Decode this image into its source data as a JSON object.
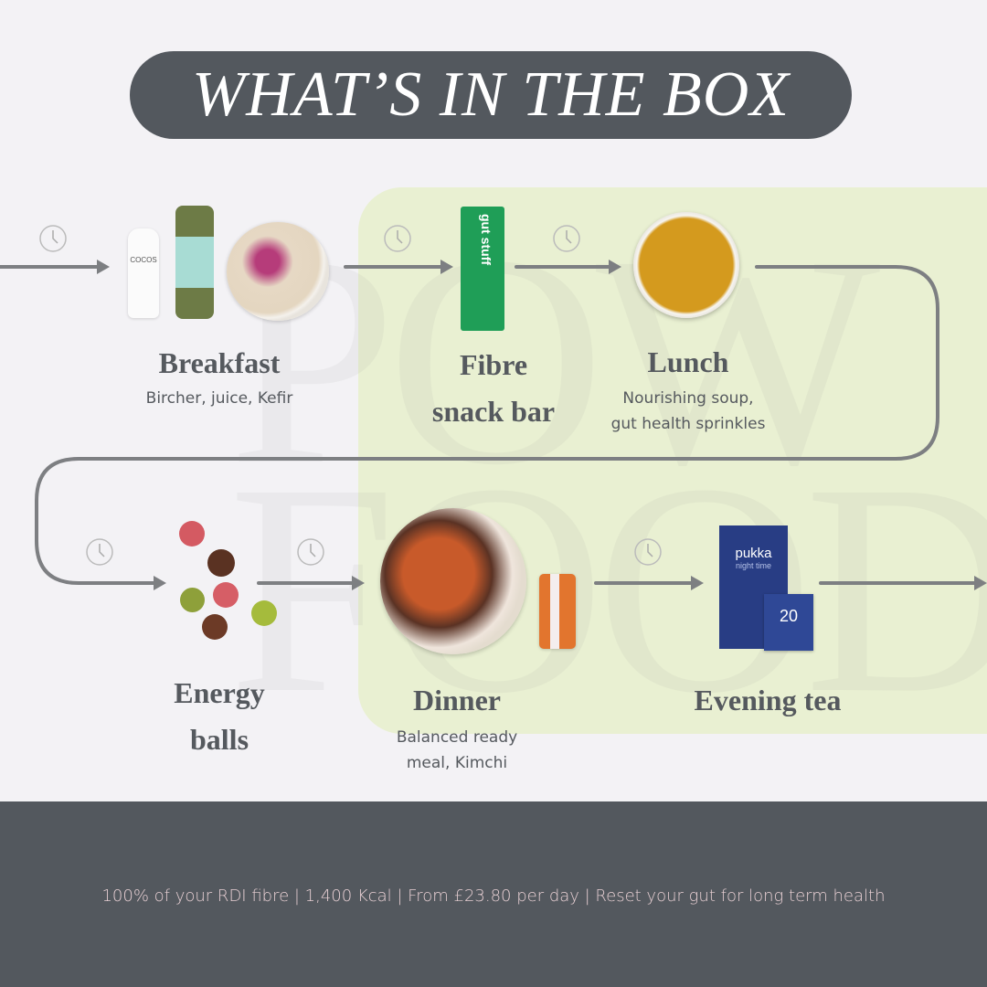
{
  "header": {
    "title": "WHAT’S IN THE BOX"
  },
  "watermark": {
    "line1": "POW",
    "line2": "FOOD"
  },
  "steps": [
    {
      "title": "Breakfast",
      "subtitle": "Bircher, juice, Kefir",
      "items": [
        "cocos-organic-kefir-bottle",
        "green-juice-bottle",
        "bircher-bowl"
      ]
    },
    {
      "title_line1": "Fibre",
      "title_line2": "snack bar",
      "items": [
        "gut-stuff-bar"
      ]
    },
    {
      "title": "Lunch",
      "subtitle_line1": "Nourishing soup,",
      "subtitle_line2": "gut health sprinkles",
      "items": [
        "soup-bowl"
      ]
    },
    {
      "title_line1": "Energy",
      "title_line2": "balls",
      "items": [
        "energy-balls"
      ]
    },
    {
      "title": "Dinner",
      "subtitle_line1": "Balanced ready",
      "subtitle_line2": "meal, Kimchi",
      "items": [
        "dinner-plate",
        "kimchi-jar"
      ]
    },
    {
      "title": "Evening tea",
      "items": [
        "pukka-night-time-tea"
      ]
    }
  ],
  "products": {
    "kefir_label": "COCOS",
    "bar_label": "gut stuff",
    "tea_brand": "pukka",
    "tea_name": "night time",
    "tea_count": "20"
  },
  "footer": {
    "text": "100% of your RDI fibre | 1,400 Kcal | From £23.80 per day | Reset your gut for long term health"
  },
  "colors": {
    "background": "#f3f2f5",
    "panel": "#e9f0d2",
    "dark": "#53585e",
    "path": "#7d7f82",
    "footer_text": "#e7cfd3"
  }
}
